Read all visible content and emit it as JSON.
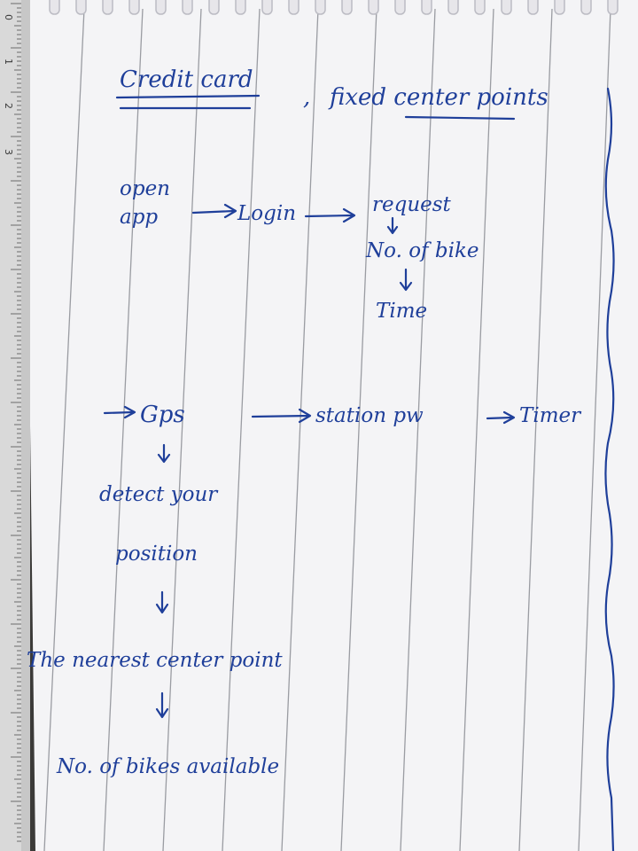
{
  "header": {
    "left_label": "Credit card",
    "separator": ",",
    "right_label": "fixed center points"
  },
  "flow_top": {
    "open_line1": "open",
    "open_line2": "app",
    "login": "Login",
    "request": "request",
    "num_bike": "No. of bike",
    "time": "Time"
  },
  "flow_bottom": {
    "gps": "Gps",
    "station": "station pw",
    "timer": "Timer",
    "detect_line1": "detect your",
    "detect_line2": "position",
    "nearest": "The nearest center point",
    "bikes_available": "No. of bikes available"
  },
  "ruler": {
    "numbers": [
      "0",
      "1",
      "2",
      "3"
    ]
  },
  "colors": {
    "ink": "#1f3f9a",
    "paper": "#f4f4f6",
    "lines": "#9a9ca2",
    "background": "#3b3a38"
  }
}
